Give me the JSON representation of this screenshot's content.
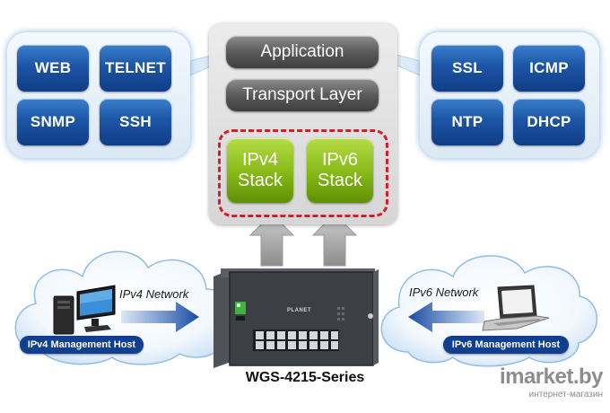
{
  "left_panel": {
    "protocols": [
      "WEB",
      "TELNET",
      "SNMP",
      "SSH"
    ]
  },
  "right_panel": {
    "protocols": [
      "SSL",
      "ICMP",
      "NTP",
      "DHCP"
    ]
  },
  "stack": {
    "application": "Application",
    "transport": "Transport Layer",
    "ipv4_line1": "IPv4",
    "ipv4_line2": "Stack",
    "ipv6_line1": "IPv6",
    "ipv6_line2": "Stack"
  },
  "left_network": {
    "label": "IPv4 Network",
    "host": "IPv4 Management Host"
  },
  "right_network": {
    "label": "IPv6 Network",
    "host": "IPv6 Management Host"
  },
  "device": {
    "brand": "PLANET",
    "model": "WGS-4215-Series"
  },
  "watermark": {
    "main": "imarket.by",
    "sub": "интернет-магазин"
  },
  "colors": {
    "protocol_blue": "#1d55a6",
    "stack_green": "#85b816",
    "dash_red": "#d21f2a",
    "host_label_blue": "#0f3f8e",
    "arrow_blue": "#1a4aa0"
  },
  "icons": [
    "desktop-computer-icon",
    "laptop-icon",
    "network-switch-icon",
    "cloud-icon",
    "arrow-icon"
  ]
}
